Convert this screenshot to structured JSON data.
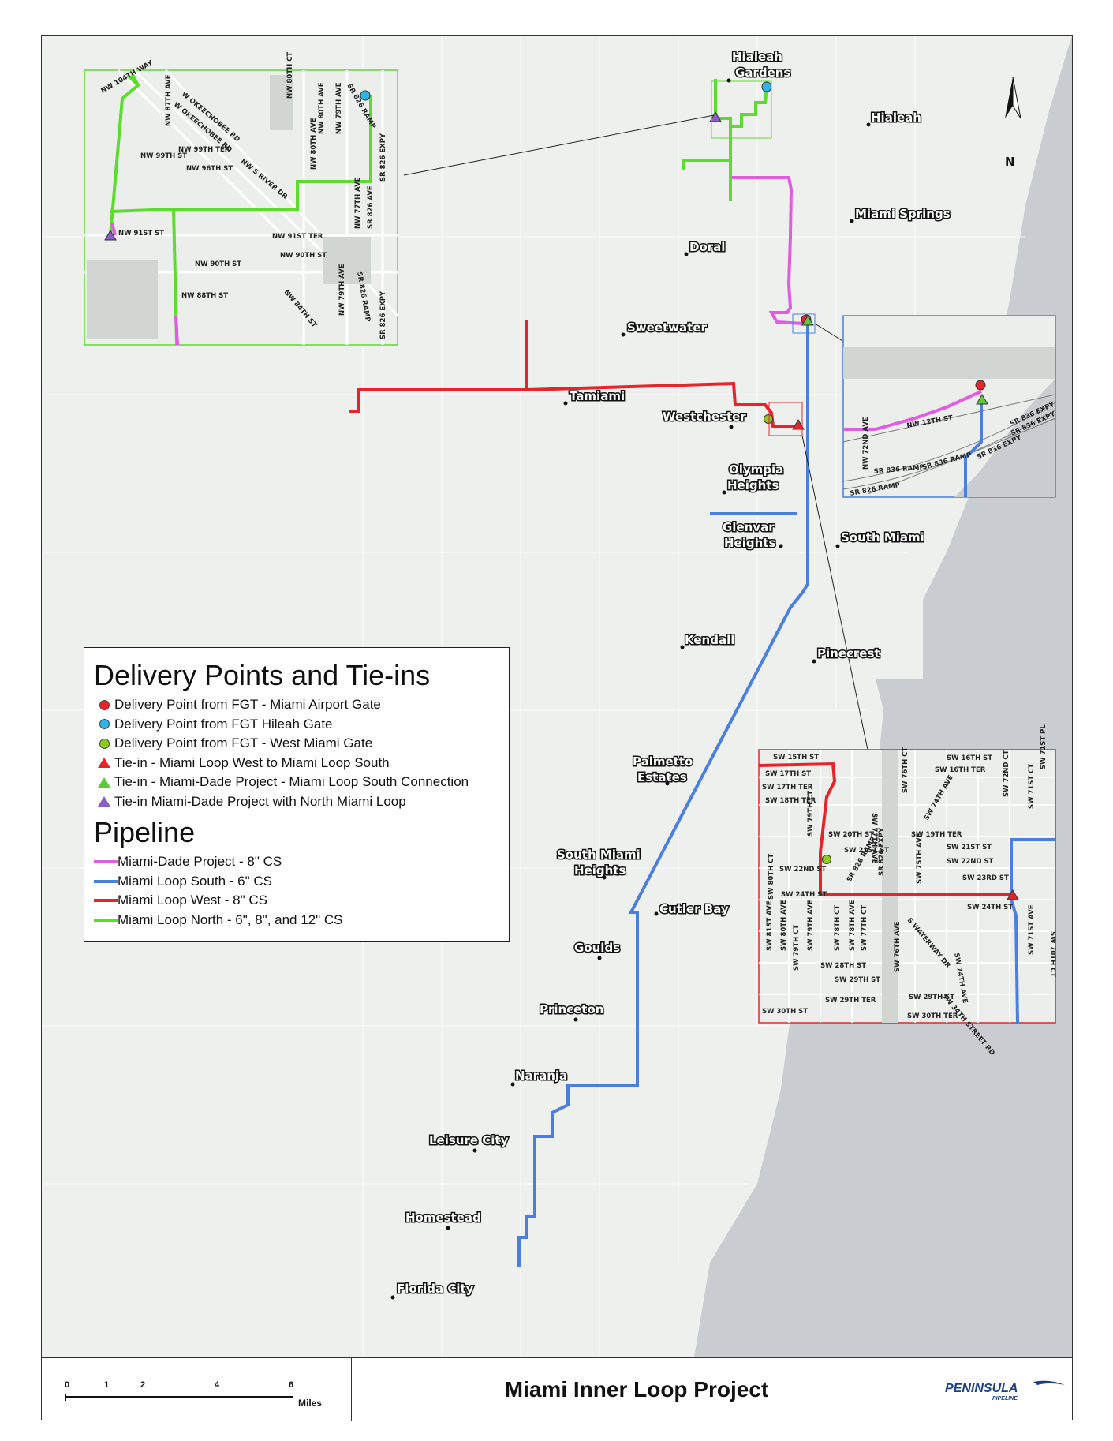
{
  "map_title": "Miami Inner Loop Project",
  "company_logo_text": "PENINSULA",
  "company_logo_subtext": "PIPELINE",
  "scale": {
    "ticks": [
      "0",
      "1",
      "2",
      "4",
      "6"
    ],
    "unit": "Miles"
  },
  "north_arrow": "N",
  "legend": {
    "points_heading": "Delivery Points and Tie-ins",
    "points": [
      {
        "label": "Delivery Point from FGT - Miami Airport Gate",
        "symbol": "circle",
        "color": "#e8242b"
      },
      {
        "label": "Delivery Point from FGT Hileah Gate",
        "symbol": "circle",
        "color": "#2db4e8"
      },
      {
        "label": "Delivery Point from FGT - West Miami Gate",
        "symbol": "circle",
        "color": "#8ccc1e"
      },
      {
        "label": "Tie-in - Miami Loop West to Miami Loop South",
        "symbol": "triangle",
        "color": "#e8242b"
      },
      {
        "label": "Tie-in - Miami-Dade Project - Miami Loop South Connection",
        "symbol": "triangle",
        "color": "#5cc83c"
      },
      {
        "label": "Tie-in Miami-Dade Project with North Miami Loop",
        "symbol": "triangle",
        "color": "#8a5cc8"
      }
    ],
    "pipeline_heading": "Pipeline",
    "pipelines": [
      {
        "label": "Miami-Dade Project - 8\" CS",
        "color": "#e05ce0"
      },
      {
        "label": "Miami Loop South - 6\" CS",
        "color": "#4a7fe0"
      },
      {
        "label": "Miami Loop West - 8\" CS",
        "color": "#e8242b"
      },
      {
        "label": "Miami  Loop North - 6\", 8\", and 12\" CS",
        "color": "#5cdc2c"
      }
    ]
  },
  "places": [
    {
      "name": "Hialeah Gardens",
      "lines": [
        "Hialeah",
        "Gardens"
      ]
    },
    {
      "name": "Hialeah",
      "lines": [
        "Hialeah"
      ]
    },
    {
      "name": "Miami Springs",
      "lines": [
        "Miami Springs"
      ]
    },
    {
      "name": "Doral",
      "lines": [
        "Doral"
      ]
    },
    {
      "name": "Sweetwater",
      "lines": [
        "Sweetwater"
      ]
    },
    {
      "name": "Tamiami",
      "lines": [
        "Tamiami"
      ]
    },
    {
      "name": "Westchester",
      "lines": [
        "Westchester"
      ]
    },
    {
      "name": "Olympia Heights",
      "lines": [
        "Olympia",
        "Heights"
      ]
    },
    {
      "name": "Glenvar Heights",
      "lines": [
        "Glenvar",
        "Heights"
      ]
    },
    {
      "name": "South Miami",
      "lines": [
        "South Miami"
      ]
    },
    {
      "name": "Kendall",
      "lines": [
        "Kendall"
      ]
    },
    {
      "name": "Pinecrest",
      "lines": [
        "Pinecrest"
      ]
    },
    {
      "name": "Palmetto Estates",
      "lines": [
        "Palmetto",
        "Estates"
      ]
    },
    {
      "name": "South Miami Heights",
      "lines": [
        "South Miami",
        "Heights"
      ]
    },
    {
      "name": "Cutler Bay",
      "lines": [
        "Cutler Bay"
      ]
    },
    {
      "name": "Goulds",
      "lines": [
        "Goulds"
      ]
    },
    {
      "name": "Princeton",
      "lines": [
        "Princeton"
      ]
    },
    {
      "name": "Naranja",
      "lines": [
        "Naranja"
      ]
    },
    {
      "name": "Leisure City",
      "lines": [
        "Leisure City"
      ]
    },
    {
      "name": "Homestead",
      "lines": [
        "Homestead"
      ]
    },
    {
      "name": "Florida City",
      "lines": [
        "Florida City"
      ]
    }
  ],
  "inset_north_streets": [
    "NW 104TH WAY",
    "NW 87TH AVE",
    "W OKEECHOBEE RD",
    "W OKEECHOBEE RD",
    "NW 99TH TER",
    "NW 99TH ST",
    "NW 96TH ST",
    "NW S RIVER DR",
    "NW 80TH CT",
    "NW 80TH AVE",
    "NW 79TH AVE",
    "NW 80TH AVE",
    "SR 826 RAMP",
    "SR 826 EXPY",
    "NW 77TH AVE",
    "SR 826 AVE",
    "NW 91ST ST",
    "NW 91ST TER",
    "NW 90TH ST",
    "NW 90TH ST",
    "NW 88TH ST",
    "NW 84TH ST",
    "NW 79TH AVE",
    "SR 826 RAMP",
    "SR 826 EXPY"
  ],
  "inset_east_streets": [
    "NW 12TH ST",
    "NW 72ND AVE",
    "SR 836 RAMP",
    "SR 836 RAMP",
    "SR 826 RAMP",
    "SR 836 EXPY",
    "SR 836 EXPY",
    "SR 836 EXPY"
  ],
  "inset_south_streets": [
    "SW 15TH ST",
    "SW 16TH ST",
    "SW 16TH TER",
    "SW 17TH ST",
    "SW 17TH TER",
    "SW 18TH TER",
    "SW 79TH CT",
    "SW 77TH AVE",
    "SW 76TH CT",
    "SW 74TH AVE",
    "SW 72ND CT",
    "SW 71ST CT",
    "SW 71ST PL",
    "SW 20TH ST",
    "SW 21ST ST",
    "SW 19TH TER",
    "SW 21ST ST",
    "SW 22ND ST",
    "SW 22ND ST",
    "SW 23RD ST",
    "SW 80TH CT",
    "SW 24TH ST",
    "SW 24TH ST",
    "SW 75TH AVE",
    "SR 826 EXPY",
    "SR 826 RAMP",
    "SW 81ST AVE",
    "SW 80TH AVE",
    "SW 79TH CT",
    "SW 79TH AVE",
    "SW 78TH CT",
    "SW 78TH AVE",
    "SW 77TH CT",
    "SW 76TH AVE",
    "SW 74TH AVE",
    "SW 71ST AVE",
    "SW 70TH CT",
    "SW 28TH ST",
    "SW 29TH ST",
    "SW 29TH TER",
    "SW 29TH ST",
    "SW 30TH ST",
    "SW 30TH TER",
    "SW 34TH STREET RD",
    "S WATERWAY DR"
  ]
}
